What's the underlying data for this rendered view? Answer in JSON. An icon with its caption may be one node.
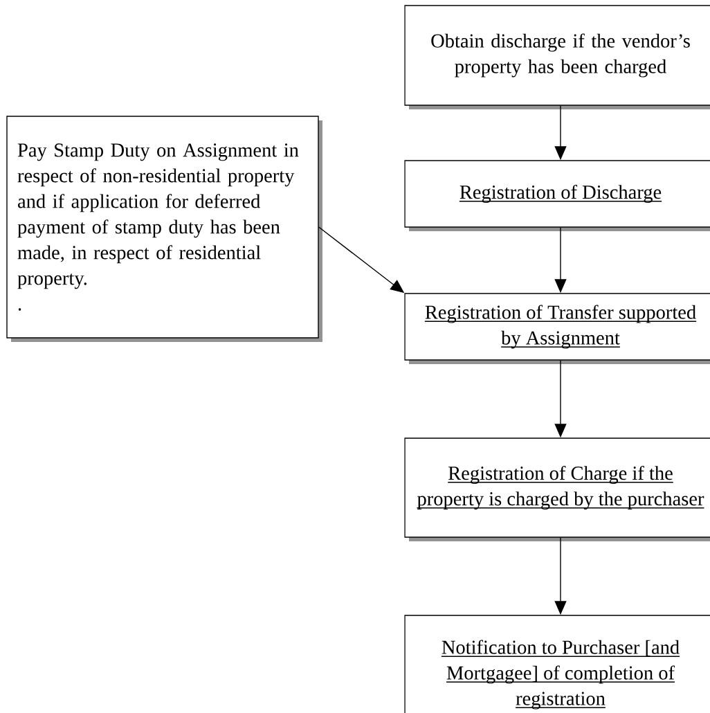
{
  "diagram": {
    "nodes": [
      {
        "text": [
          "Obtain discharge if the vendor’s property has been charged"
        ]
      },
      {
        "text": [
          "Registration of Discharge"
        ]
      },
      {
        "text": [
          "Pay Stamp Duty on Assignment in respect of non-residential property and if application for deferred payment of stamp duty has been made, in respect of residential property.",
          "."
        ]
      },
      {
        "text": [
          "Registration of Transfer supported by Assignment"
        ]
      },
      {
        "text": [
          "Registration of Charge if the property is charged by the purchaser"
        ]
      },
      {
        "text": [
          "Notification to Purchaser [and Mortgagee] of completion of registration"
        ]
      }
    ],
    "edges": [
      {
        "from": 0,
        "to": 1,
        "arrow": "to"
      },
      {
        "from": 1,
        "to": 3,
        "arrow": "to"
      },
      {
        "from": 2,
        "to": 3,
        "arrow": "to"
      },
      {
        "from": 3,
        "to": 4,
        "arrow": "to"
      },
      {
        "from": 4,
        "to": 5,
        "arrow": "to"
      }
    ]
  }
}
